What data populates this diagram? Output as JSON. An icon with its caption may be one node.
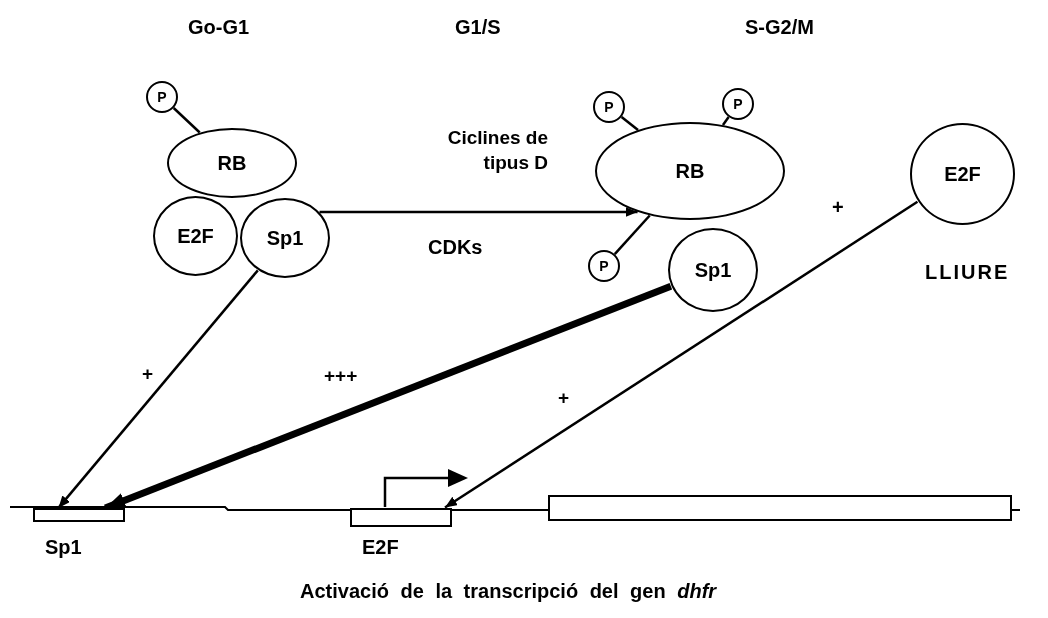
{
  "diagram": {
    "caption": "Activació de la transcripció del gen *dhfr*",
    "nodes": [
      {
        "text": [
          "P"
        ]
      },
      {
        "text": [
          "RB"
        ]
      },
      {
        "text": [
          "E2F"
        ]
      },
      {
        "text": [
          "Sp1"
        ]
      },
      {
        "text": [
          "P"
        ]
      },
      {
        "text": [
          "P"
        ]
      },
      {
        "text": [
          "RB"
        ]
      },
      {
        "text": [
          "P"
        ]
      },
      {
        "text": [
          "Sp1"
        ]
      },
      {
        "text": [
          "E2F"
        ],
        "beside": [
          "LLIURE"
        ]
      },
      {
        "text": [
          "Sp1"
        ]
      },
      {
        "text": [
          "E2F"
        ]
      },
      {
        "text": [],
        "shape": "box"
      }
    ],
    "edges": [
      {
        "from": 0,
        "to": 1,
        "arrow": "none"
      },
      {
        "from": 4,
        "to": 6,
        "arrow": "none"
      },
      {
        "from": 5,
        "to": 6,
        "arrow": "none"
      },
      {
        "from": 7,
        "to": 6,
        "arrow": "none"
      },
      {
        "from": 3,
        "to": 6,
        "arrow": "to",
        "label": "Ciclines de tipus D"
      },
      {
        "from": 3,
        "to": 10,
        "arrow": "to",
        "label": "+"
      },
      {
        "from": 8,
        "to": 10,
        "arrow": "to",
        "label": "+++",
        "style": "thick"
      },
      {
        "from": 9,
        "to": 11,
        "arrow": "to",
        "label": "+"
      }
    ],
    "labels": [
      "Go-G1",
      "G1/S",
      "S-G2/M",
      "CDKs",
      "+"
    ]
  }
}
